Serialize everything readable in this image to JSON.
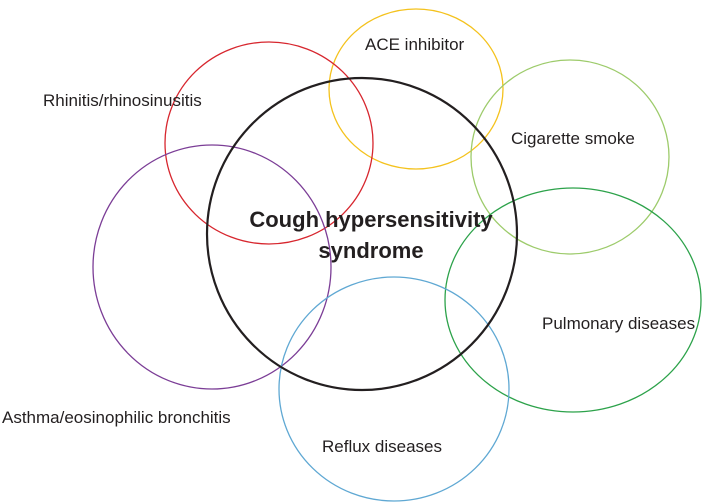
{
  "center": {
    "line1": "Cough hypersensitivity",
    "line2": "syndrome"
  },
  "factors": {
    "ace": "ACE inhibitor",
    "rhinitis": "Rhinitis/rhinosinusitis",
    "cigarette": "Cigarette smoke",
    "pulmonary": "Pulmonary diseases",
    "asthma": "Asthma/eosinophilic bronchitis",
    "reflux": "Reflux diseases"
  },
  "colors": {
    "center": "#231f20",
    "ace": "#f4c21d",
    "rhinitis": "#d7262e",
    "cigarette": "#9dcb6b",
    "pulmonary": "#2ca24a",
    "asthma": "#7b3d96",
    "reflux": "#5fa8d3"
  }
}
